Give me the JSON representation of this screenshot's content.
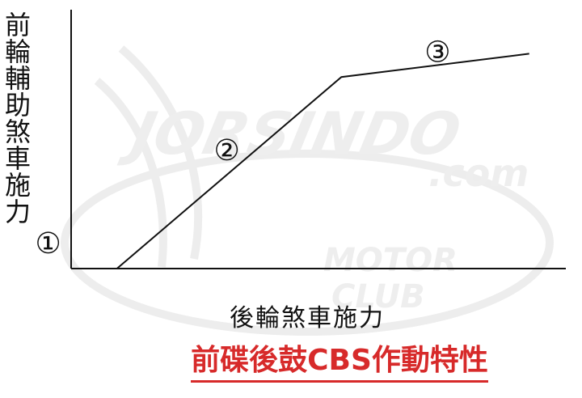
{
  "chart_data": {
    "type": "line",
    "title": "前碟後鼓CBS作動特性",
    "xlabel": "後輪煞車施力",
    "ylabel": "前輪輔助煞車施力",
    "x": [
      0,
      0.1,
      0.59,
      1.0
    ],
    "y": [
      0,
      0,
      0.74,
      0.83
    ],
    "xlim": [
      0,
      1.08
    ],
    "ylim": [
      0,
      1.0
    ],
    "grid": false,
    "annotations": [
      {
        "text": "①",
        "x": -0.05,
        "y": 0.09
      },
      {
        "text": "②",
        "x": 0.34,
        "y": 0.45
      },
      {
        "text": "③",
        "x": 0.8,
        "y": 0.83
      }
    ]
  },
  "watermark": {
    "brand": "JORSINDO",
    "domain": ".com",
    "sub1": "MOTOR",
    "sub2": "CLUB",
    "color": "#ececec"
  },
  "colors": {
    "line": "#111111",
    "axis": "#111111",
    "title": "#d72a2a"
  }
}
